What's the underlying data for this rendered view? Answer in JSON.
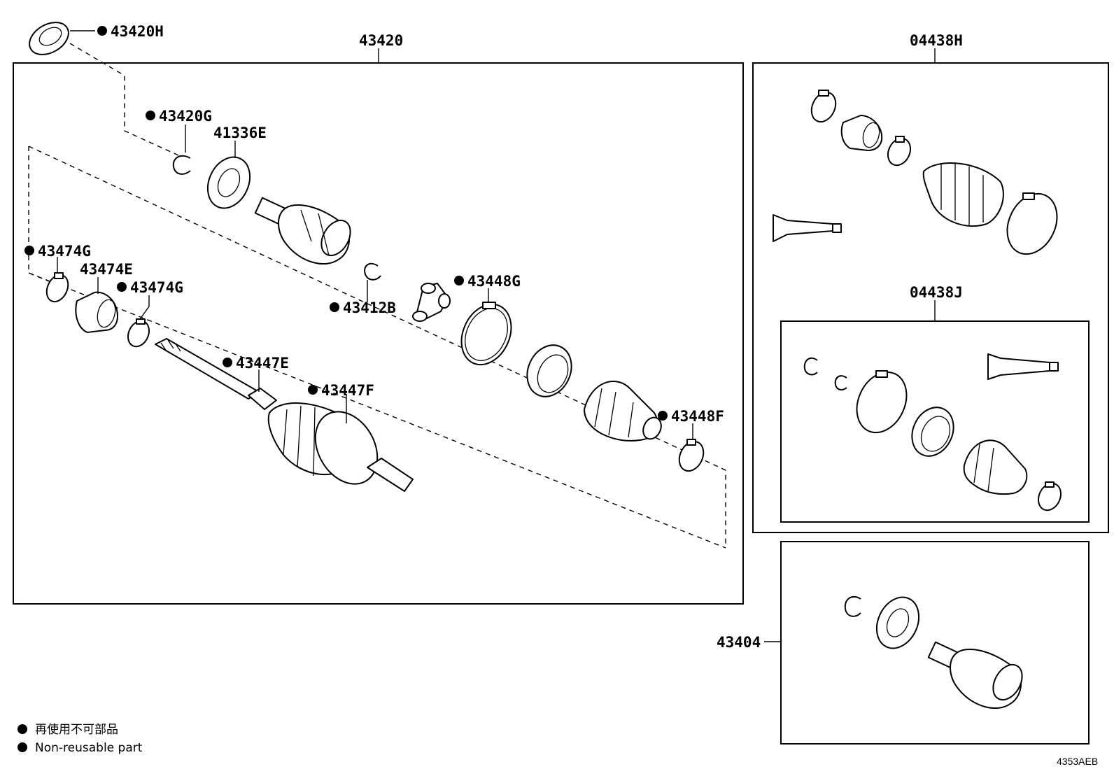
{
  "labels": {
    "p43420H": "43420H",
    "p43420": "43420",
    "p04438H": "04438H",
    "p43420G": "43420G",
    "p41336E": "41336E",
    "p43474G_a": "43474G",
    "p43474E": "43474E",
    "p43474G_b": "43474G",
    "p43412B": "43412B",
    "p43448G": "43448G",
    "p43447E": "43447E",
    "p43447F": "43447F",
    "p43448F": "43448F",
    "p04438J": "04438J",
    "p43404": "43404"
  },
  "legend": {
    "line_jp": "再使用不可部品",
    "line_en": "Non-reusable part"
  },
  "diagram_code": "4353AEB"
}
